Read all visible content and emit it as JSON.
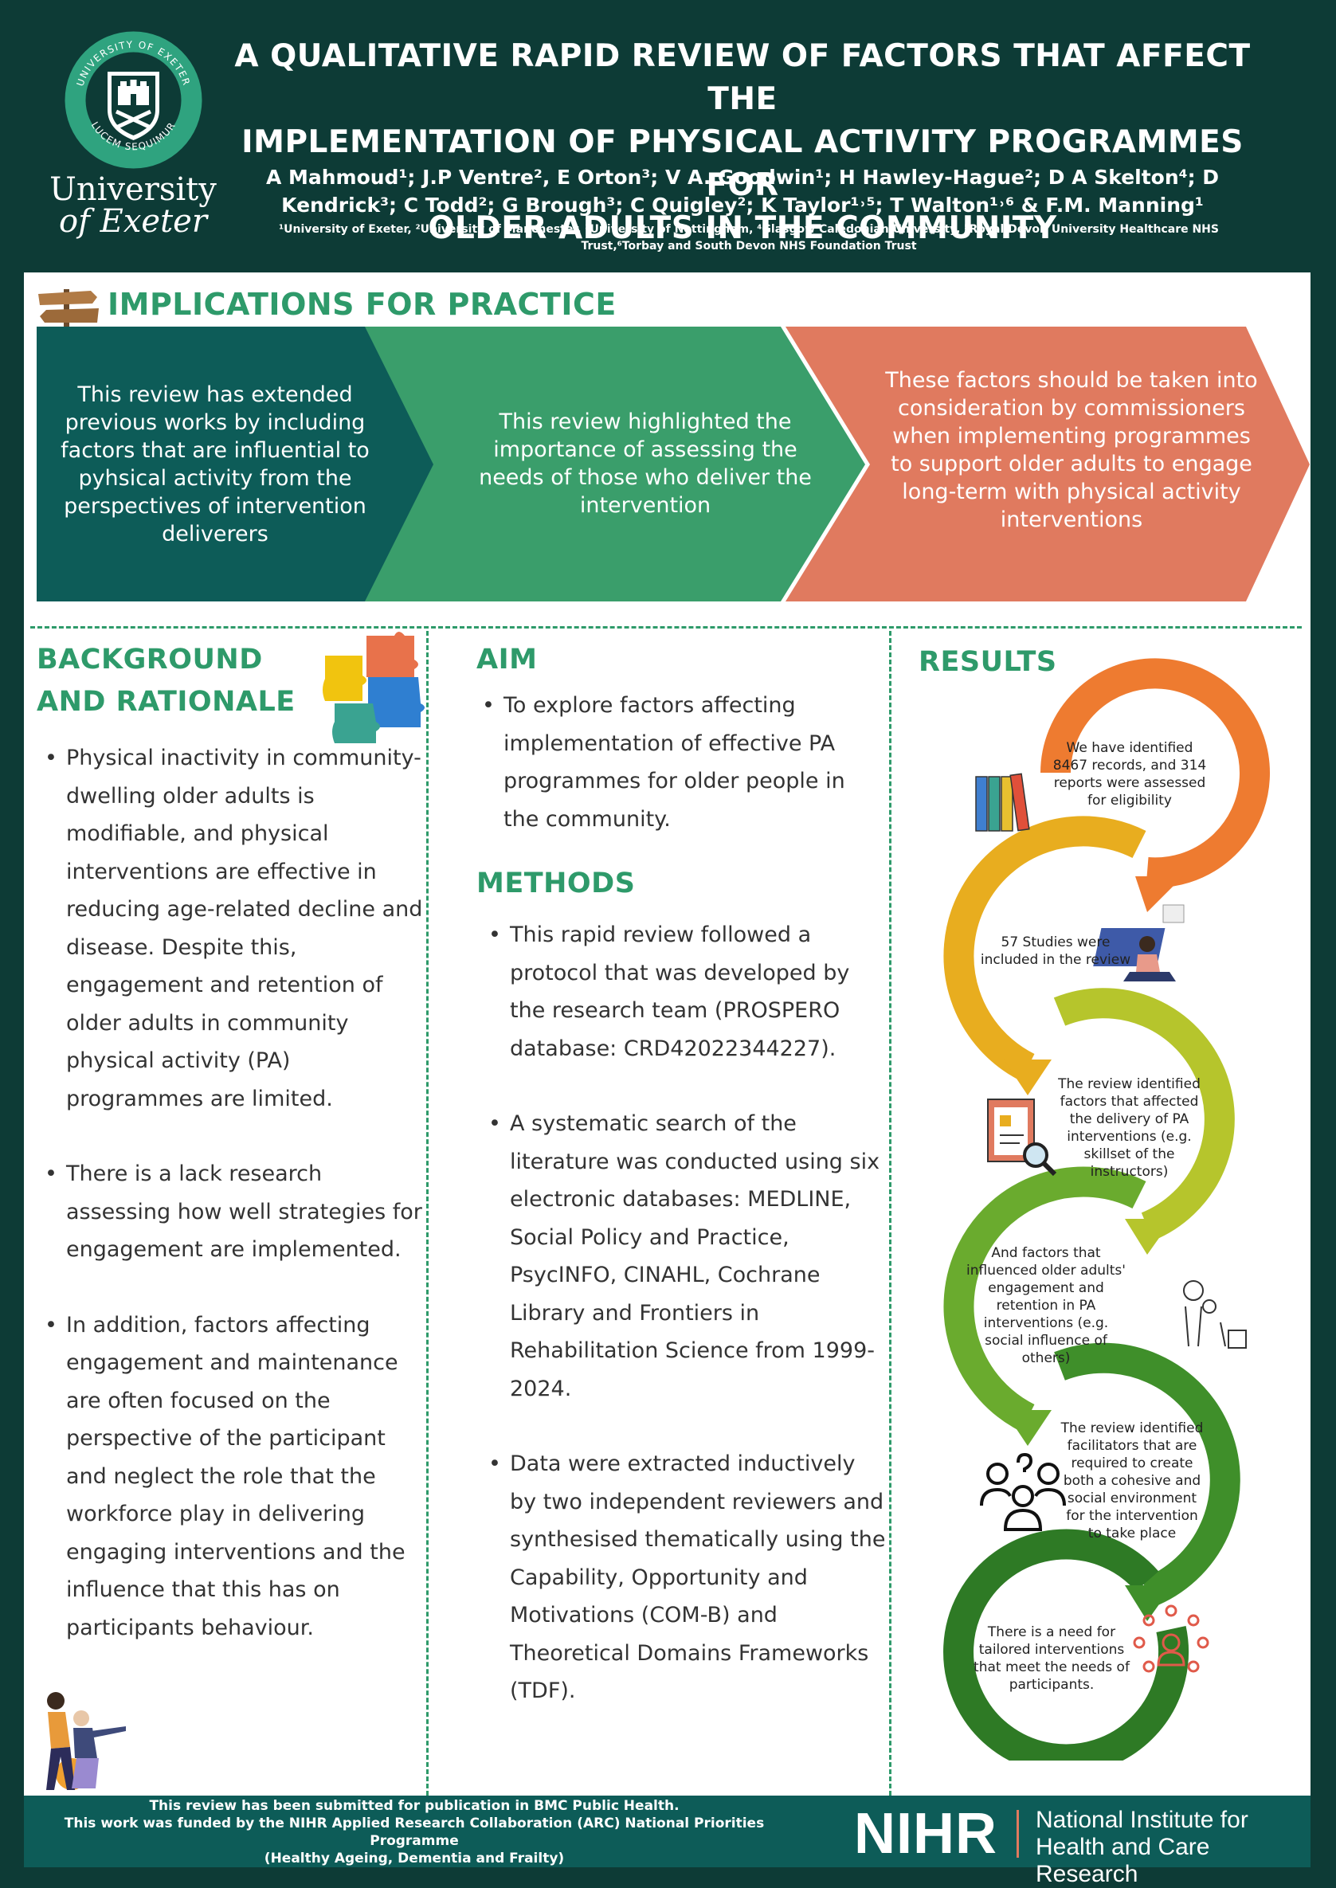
{
  "header": {
    "logo_ring_text": "UNIVERSITY OF EXETER · LUCEM SEQUIMUR",
    "logo_wordmark_1": "University",
    "logo_wordmark_2": "of Exeter",
    "title_line_1": "A QUALITATIVE RAPID REVIEW OF FACTORS THAT AFFECT THE",
    "title_line_2": "IMPLEMENTATION OF PHYSICAL ACTIVITY PROGRAMMES FOR",
    "title_line_3": "OLDER ADULTS IN THE COMMUNITY",
    "authors_line_1": "A Mahmoud¹; J.P Ventre², E Orton³; V A. Goodwin¹; H Hawley-Hague²; D A Skelton⁴; D",
    "authors_line_2": "Kendrick³; C Todd²; G Brough³; C Quigley²; K Taylor¹˒⁵; T Walton¹˒⁶ & F.M. Manning¹",
    "affiliations_line_1": "¹University of Exeter, ²University of Manchester, ³University of Nottingham, ⁴Glasgow Caledonian University, ⁵Royal Devon University Healthcare NHS",
    "affiliations_line_2": "Trust,⁶Torbay and South Devon NHS Foundation Trust"
  },
  "implications": {
    "title": "IMPLICATIONS FOR PRACTICE",
    "items": [
      "This review has extended previous works by including factors that are influential to pyhsical activity from the perspectives of intervention deliverers",
      "This review highlighted the importance of assessing the needs of those who deliver the intervention",
      "These factors should be taken into consideration by commissioners when implementing programmes to support older adults to engage long-term with physical activity interventions"
    ]
  },
  "background": {
    "title": "BACKGROUND AND RATIONALE",
    "items": [
      "Physical inactivity in community-dwelling older adults is modifiable, and physical interventions are effective in reducing age-related decline and disease. Despite this, engagement and retention of older adults in community physical activity (PA) programmes are limited.",
      " There is a lack research assessing how well strategies for engagement are implemented.",
      "In addition, factors affecting engagement and maintenance are often focused on the perspective of the participant and neglect the role that the workforce play in delivering engaging interventions and the influence that this has on participants behaviour."
    ]
  },
  "aim": {
    "title": "AIM",
    "items": [
      "To explore factors affecting implementation of effective PA programmes for older people in the community."
    ]
  },
  "methods": {
    "title": "METHODS",
    "items": [
      "This rapid review followed a protocol that was developed by the research team (PROSPERO database: CRD42022344227).",
      "A systematic search of the literature was conducted using six electronic databases: MEDLINE, Social Policy and Practice, PsycINFO, CINAHL, Cochrane Library and Frontiers in Rehabilitation Science from 1999-2024.",
      "Data were extracted inductively by two independent reviewers and synthesised thematically using the Capability, Opportunity and Motivations (COM-B) and Theoretical Domains Frameworks (TDF)."
    ]
  },
  "results": {
    "title": "RESULTS",
    "items": [
      "We have identified 8467 records, and 314 reports were assessed for eligibility",
      "57 Studies were included in the review",
      "The review identified factors that affected the delivery of PA interventions (e.g. skillset of the instructors)",
      "And factors that influenced older adults' engagement and retention in PA interventions (e.g. social influence of others)",
      "The review identified facilitators that are required to create both a cohesive and social environment for the intervention to take place",
      "There is a need for tailored interventions that meet the needs of participants."
    ]
  },
  "footer": {
    "line_1": "This review has been submitted for publication in BMC Public Health.",
    "line_2": "This work was funded by the NIHR Applied Research Collaboration (ARC) National Priorities Programme",
    "line_3": "(Healthy Ageing, Dementia and Frailty)",
    "nihr_logo": "NIHR",
    "nihr_name_1": "National Institute for",
    "nihr_name_2": "Health and Care Research"
  },
  "colors": {
    "background": "#0d3b36",
    "accent_green": "#2e9a6a",
    "arrow_1": "#0d5c58",
    "arrow_2": "#3a9e6b",
    "arrow_3": "#e07a5f",
    "footer_bar": "#0d5c58",
    "nihr_divider": "#e07a5f",
    "results_ring_1": "#ee7b30",
    "results_ring_2": "#e8ad1f",
    "results_ring_3": "#b6c52c",
    "results_ring_4": "#6aab2e",
    "results_ring_5": "#3f8f2a",
    "results_ring_6": "#2e7a25"
  }
}
